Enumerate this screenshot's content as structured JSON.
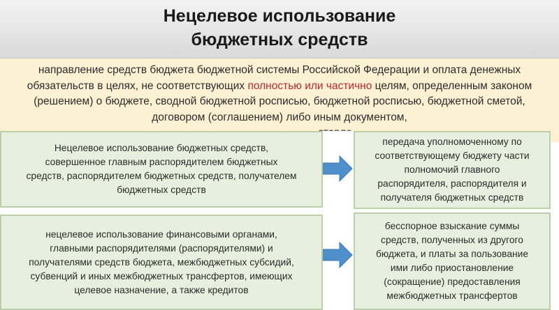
{
  "title": {
    "line1": "Нецелевое использование",
    "line2": "бюджетных средств"
  },
  "definition": {
    "part1": "направление средств бюджета бюджетной системы Российской Федерации и оплата денежных обязательств в целях, не соответствующих ",
    "highlight": "полностью или частично",
    "part2": " целям, определенным законом (решением) о бюджете, сводной бюджетной росписью, бюджетной росписью, бюджетной сметой, договором (соглашением) либо иным документом,",
    "cut_text": "ставле"
  },
  "left_boxes": [
    {
      "lines": [
        "Нецелевое использование бюджетных средств,",
        "совершенное главным распорядителем бюджетных",
        "средств, распорядителем бюджетных средств, получателем",
        "бюджетных средств"
      ]
    },
    {
      "lines": [
        "нецелевое использование финансовыми органами,",
        "главными распорядителями (распорядителями) и",
        "получателями средств бюджета, межбюджетных субсидий,",
        "субвенций и иных межбюджетных трансфертов, имеющих",
        "целевое назначение, а также кредитов"
      ]
    }
  ],
  "right_boxes": [
    {
      "lines": [
        "передача уполномоченному по",
        "соответствующему бюджету части",
        "полномочий главного",
        "распорядителя, распорядителя и",
        "получателя бюджетных средств"
      ]
    },
    {
      "lines": [
        "бесспорное взыскание суммы",
        "средств, полученных из другого",
        "бюджета, и платы за пользование",
        "ими либо приостановление",
        "(сокращение) предоставления",
        "межбюджетных трансфертов"
      ]
    }
  ],
  "colors": {
    "arrow": "#4f8fcb",
    "highlight_text": "#c0262c",
    "definition_bg": "#fdf1d4",
    "box_bg": "#e7f0df"
  }
}
